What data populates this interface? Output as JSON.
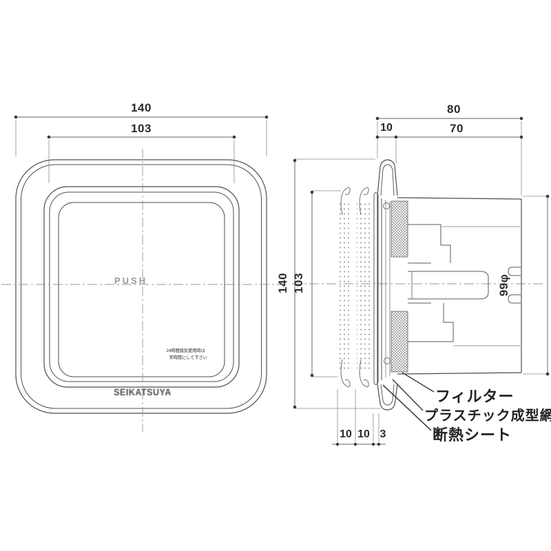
{
  "front_view": {
    "dim_width_outer": "140",
    "dim_width_inner": "103",
    "push_label": "PUSH",
    "warning_line1": "24時間換気使用時は",
    "warning_line2": "常時開にして下さい",
    "logo_text": "SEIKATSUYA"
  },
  "side_view": {
    "dim_depth_total": "80",
    "dim_flange_depth": "10",
    "dim_insert_depth": "70",
    "dim_height_outer": "140",
    "dim_height_inner": "103",
    "dim_layer_a": "10",
    "dim_layer_b": "10",
    "dim_layer_c": "3",
    "dim_diameter": "99φ",
    "label_filter": "フィルター",
    "label_mesh": "プラスチック成型網",
    "label_insulation": "断熱シート"
  },
  "colors": {
    "line": "#4d4d4d",
    "dim_line": "#666666",
    "extension_line": "#8a8a8a",
    "centerline": "#949494",
    "background": "#ffffff"
  }
}
